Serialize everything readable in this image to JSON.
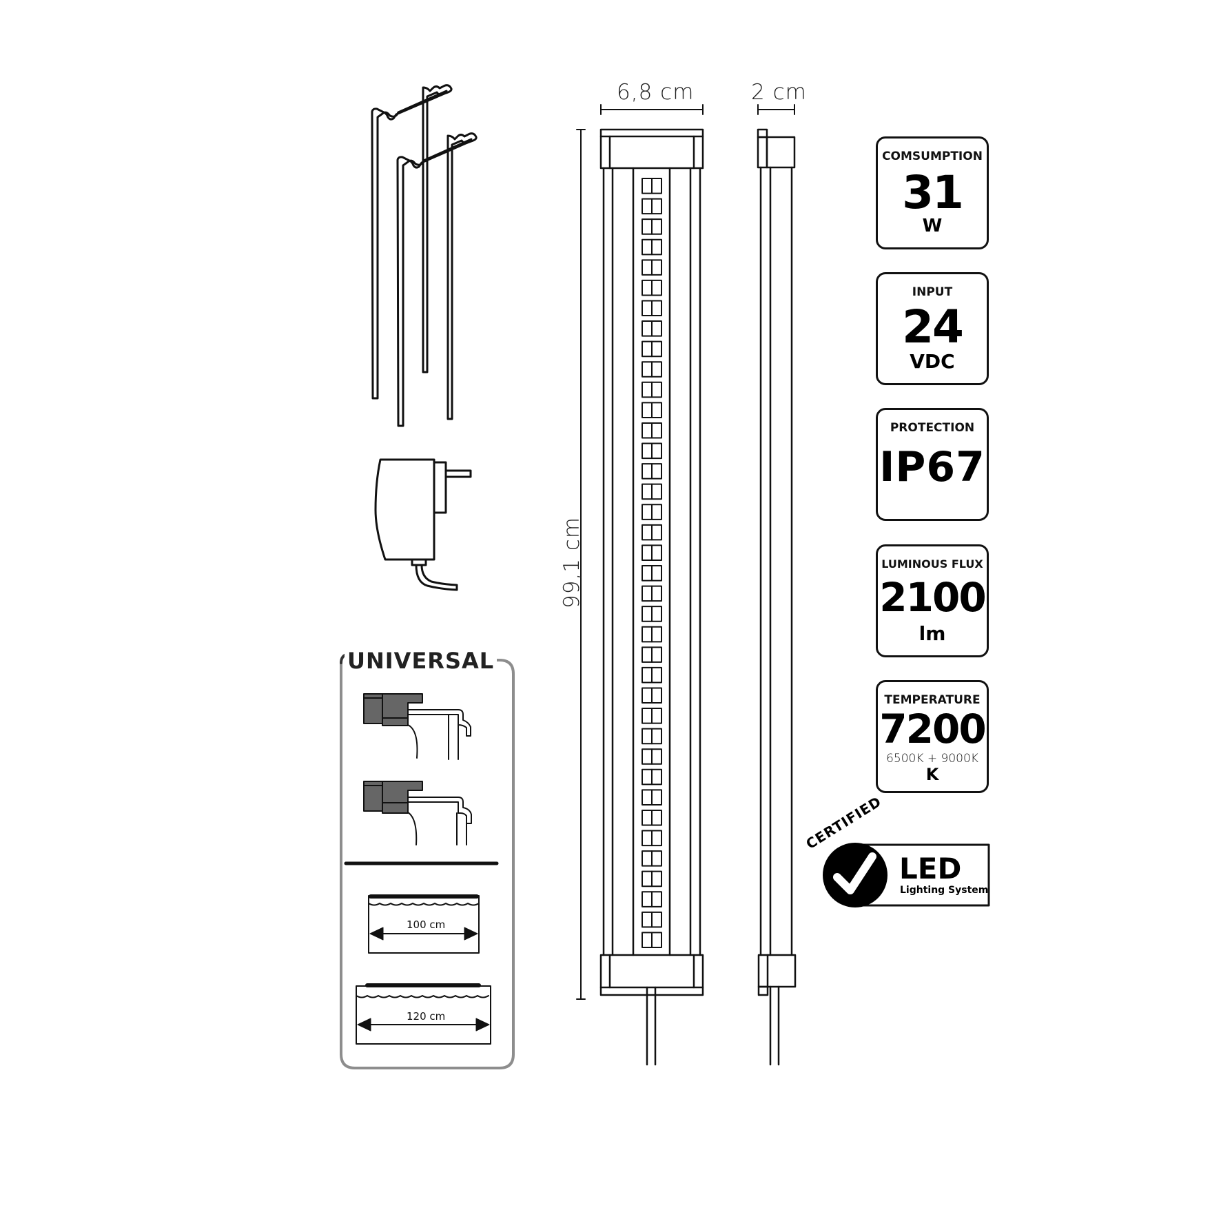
{
  "dimensions": {
    "width_label": "6,8 cm",
    "depth_label": "2 cm",
    "length_label": "99,1 cm"
  },
  "specs": [
    {
      "label": "COMSUMPTION",
      "value": "31",
      "unit": "W"
    },
    {
      "label": "INPUT",
      "value": "24",
      "unit": "VDC"
    },
    {
      "label": "PROTECTION",
      "value": "IP67",
      "unit": ""
    },
    {
      "label": "LUMINOUS FLUX",
      "value": "2100",
      "unit": "lm"
    },
    {
      "label": "TEMPERATURE",
      "value": "7200",
      "sub": "6500K + 9000K",
      "unit": "K"
    }
  ],
  "certification": {
    "arc_text": "CERTIFIED",
    "title": "LED",
    "subtitle": "Lighting System",
    "icon": "checkmark-icon"
  },
  "universal_panel": {
    "title": "UNIVERSAL",
    "tank_sizes": [
      {
        "label": "100 cm"
      },
      {
        "label": "120 cm"
      }
    ]
  },
  "accessories": {
    "brackets_icon": "wire-bracket-icon",
    "adapter_icon": "power-adapter-icon"
  },
  "led_bar": {
    "led_count": 38
  },
  "colors": {
    "line": "#111111",
    "panel_border": "#9a9a9a",
    "mount_gray": "#666666"
  }
}
